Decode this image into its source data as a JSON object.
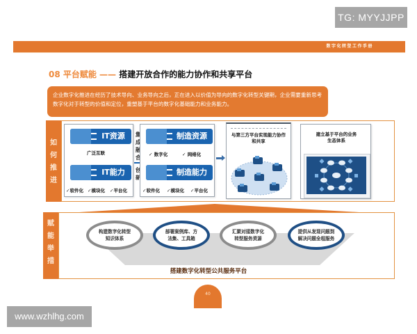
{
  "watermarks": {
    "top_right": "TG: MYYJJPP",
    "bottom_left": "www.wzhlhg.com"
  },
  "header": {
    "running_title": "数字化转型工作手册"
  },
  "section": {
    "number_label": "08 平台赋能 ——",
    "title": "搭建开放合作的能力协作和共享平台"
  },
  "intro": {
    "text": "企业数字化推进在经历了技术导向、业务导向之后，正在进入以价值为导向的数字化转型关键期，企业需要重新思考数字化对于转型的价值和定位，重塑基于平台的数字化基础能力和业务能力。"
  },
  "how_to_advance": {
    "side_label": [
      "如",
      "何",
      "推",
      "进"
    ],
    "it_panel": {
      "resource": {
        "label": "IT资源",
        "icon": "network-plug-icon",
        "items": [
          "广泛互联"
        ]
      },
      "capability": {
        "label": "IT能力",
        "icon": "laptop-icon",
        "items": [
          "✓软件化",
          "✓模块化",
          "✓平台化"
        ]
      }
    },
    "connector_label": [
      "集",
      "成",
      "融",
      "合",
      "创",
      "新"
    ],
    "mfg_panel": {
      "resource": {
        "label": "制造资源",
        "icon": "gear-icon",
        "items": [
          "✓ 数字化",
          "✓ 网络化"
        ]
      },
      "capability": {
        "label": "制造能力",
        "icon": "wrench-icon",
        "items": [
          "✓软件化",
          "✓模块化",
          "✓平台化"
        ]
      }
    },
    "arrow": "→",
    "third_party_panel": {
      "title": "与第三方平台实现能力协作和共享",
      "image": "network-collaboration-diagram"
    },
    "ecosystem_panel": {
      "title": "建立基于平台的业务生态体系",
      "image": "ecosystem-hub-diagram"
    }
  },
  "empowerment": {
    "side_label": [
      "赋",
      "能",
      "举",
      "措"
    ],
    "measures": [
      {
        "text": "构建数字化转型知识体系",
        "style": "grey"
      },
      {
        "text": "部署案例库、方法集、工具箱",
        "style": "blue"
      },
      {
        "text": "汇聚对接数字化转型服务资源",
        "style": "grey"
      },
      {
        "text": "提供从发现问题到解决问题全程服务",
        "style": "blue"
      }
    ],
    "platform_label": "搭建数字化转型公共服务平台"
  },
  "footer": {
    "page_number": "40"
  },
  "colors": {
    "accent_orange": "#e3782e",
    "it_blue": "#1a64b0",
    "dark_navy": "#1f4f85",
    "grey_ring": "#8c8c8c"
  }
}
